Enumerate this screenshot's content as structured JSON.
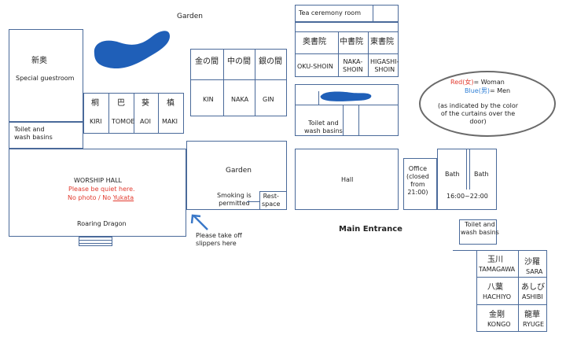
{
  "garden_top": "Garden",
  "tea_ceremony": "Tea ceremony room",
  "okushoin": {
    "jp": "奥書院",
    "en": "OKU-SHOIN"
  },
  "nakashoin": {
    "jp": "中書院",
    "en": "NAKA-\nSHOIN"
  },
  "higashishoin": {
    "jp": "東書院",
    "en": "HIGASHI-\nSHOIN"
  },
  "shinoku": {
    "jp": "新奥",
    "en": "Special guestroom"
  },
  "kin": {
    "jp": "金の間",
    "en": "KIN"
  },
  "naka": {
    "jp": "中の間",
    "en": "NAKA"
  },
  "gin": {
    "jp": "銀の間",
    "en": "GIN"
  },
  "kiri": {
    "jp": "桐",
    "en": "KIRI"
  },
  "tomoe": {
    "jp": "巴",
    "en": "TOMOE"
  },
  "aoi": {
    "jp": "葵",
    "en": "AOI"
  },
  "maki": {
    "jp": "槙",
    "en": "MAKI"
  },
  "toilet": "Toilet and\nwash basins",
  "worship": {
    "title": "WORSHIP HALL",
    "quiet": "Please be quiet here.",
    "nophoto": "No photo / No ",
    "yukata": "Yukata",
    "dragon": "Roaring Dragon"
  },
  "garden_mid": "Garden",
  "smoking": "Smoking is\npermitted",
  "rest": "Rest-\nspace",
  "slippers": "Please take off\nslippers here",
  "hall": "Hall",
  "office": "Office\n(closed\nfrom\n21:00)",
  "bath": "Bath",
  "bath_hours": "16:00~22:00",
  "main_entrance": "Main Entrance",
  "legend": {
    "red": "Red",
    "red_kanji": "(女)",
    "red_eq": "= Woman",
    "blue": "Blue",
    "blue_kanji": "(男)",
    "blue_eq": "= Men",
    "note": "(as indicated by the color\nof the curtains over the\ndoor)"
  },
  "tamagawa": {
    "jp": "玉川",
    "en": "TAMAGAWA"
  },
  "sara": {
    "jp": "沙羅",
    "en": "SARA"
  },
  "hachiyo": {
    "jp": "八葉",
    "en": "HACHIYO"
  },
  "ashibi": {
    "jp": "あしび",
    "en": "ASHIBI"
  },
  "kongo": {
    "jp": "金剛",
    "en": "KONGO"
  },
  "ryuge": {
    "jp": "龍華",
    "en": "RYUGE"
  },
  "colors": {
    "wall": "#4a6a9a",
    "pond": "#1f5fb8",
    "red": "#e23a2e",
    "blue": "#2f7fd6",
    "arrow": "#3a78c8"
  }
}
